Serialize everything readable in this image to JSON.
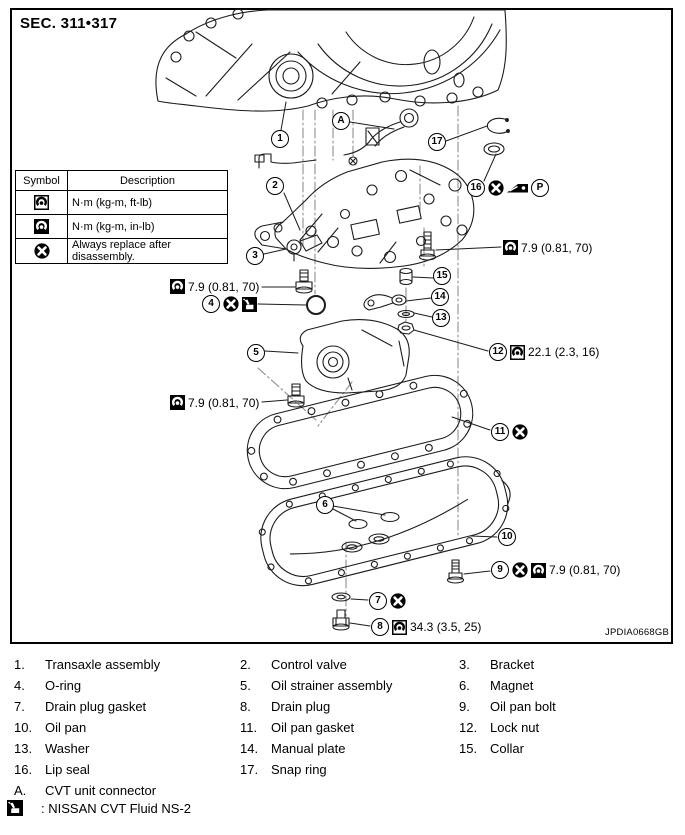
{
  "page": {
    "section_label": "SEC. 311•317",
    "figure_code": "JPDIA0668GB"
  },
  "legend": {
    "headers": [
      "Symbol",
      "Description"
    ],
    "rows": [
      {
        "symbol": "torque-wrench-open-icon",
        "description": "N·m (kg-m, ft-lb)"
      },
      {
        "symbol": "torque-wrench-filled-icon",
        "description": "N·m (kg-m, in-lb)"
      },
      {
        "symbol": "always-replace-icon",
        "description": "Always replace after disassembly."
      }
    ]
  },
  "bubbles": {
    "b1": "1",
    "b2": "2",
    "b3": "3",
    "b4": "4",
    "b5": "5",
    "b6": "6",
    "b7": "7",
    "b8": "8",
    "b9": "9",
    "b10": "10",
    "b11": "11",
    "b12": "12",
    "b13": "13",
    "b14": "14",
    "b15": "15",
    "b16": "16",
    "b17": "17",
    "bA": "A",
    "bP": "P"
  },
  "torques": {
    "bracket_bolt": "7.9 (0.81, 70)",
    "strainer_bolt": "7.9 (0.81, 70)",
    "valve_bolt": "7.9 (0.81, 70)",
    "lock_nut": "22.1 (2.3, 16)",
    "oil_pan_bolt": "7.9 (0.81, 70)",
    "drain_plug": "34.3 (3.5, 25)"
  },
  "parts": [
    {
      "num": "1.",
      "name": "Transaxle assembly"
    },
    {
      "num": "2.",
      "name": "Control valve"
    },
    {
      "num": "3.",
      "name": "Bracket"
    },
    {
      "num": "4.",
      "name": "O-ring"
    },
    {
      "num": "5.",
      "name": "Oil strainer assembly"
    },
    {
      "num": "6.",
      "name": "Magnet"
    },
    {
      "num": "7.",
      "name": "Drain plug gasket"
    },
    {
      "num": "8.",
      "name": "Drain plug"
    },
    {
      "num": "9.",
      "name": "Oil pan bolt"
    },
    {
      "num": "10.",
      "name": "Oil pan"
    },
    {
      "num": "11.",
      "name": "Oil pan gasket"
    },
    {
      "num": "12.",
      "name": "Lock nut"
    },
    {
      "num": "13.",
      "name": "Washer"
    },
    {
      "num": "14.",
      "name": "Manual plate"
    },
    {
      "num": "15.",
      "name": "Collar"
    },
    {
      "num": "16.",
      "name": "Lip seal"
    },
    {
      "num": "17.",
      "name": "Snap ring"
    },
    {
      "num": "A.",
      "name": "CVT unit connector"
    }
  ],
  "fluid_note": ": NISSAN CVT Fluid NS-2"
}
